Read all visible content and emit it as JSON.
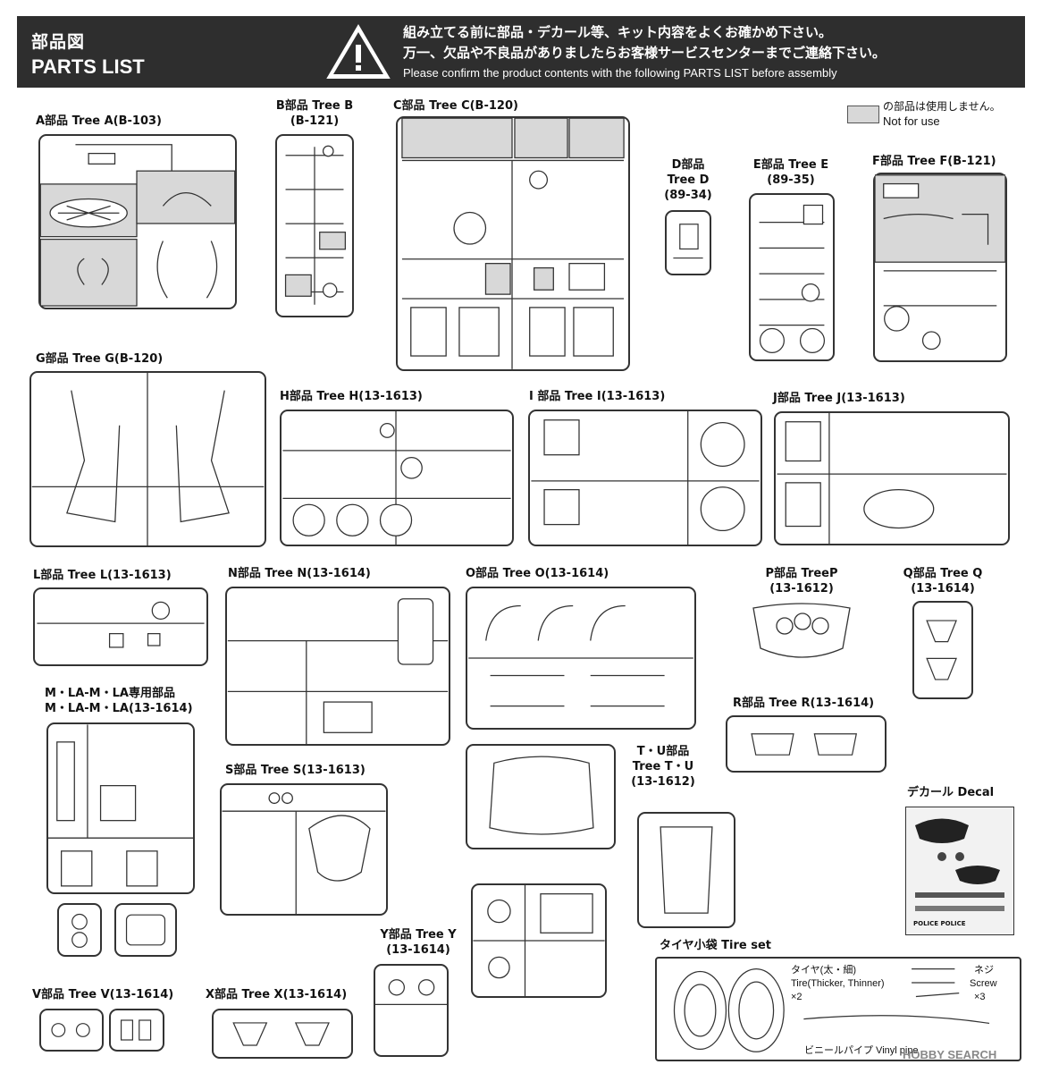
{
  "header": {
    "title_jp": "部品図",
    "title_en": "PARTS LIST",
    "warning_jp_1": "組み立てる前に部品・デカール等、キット内容をよくお確かめ下さい。",
    "warning_jp_2": "万一、欠品や不良品がありましたらお客様サービスセンターまでご連絡下さい。",
    "warning_en": "Please confirm the product contents with the following PARTS LIST before assembly"
  },
  "legend": {
    "jp": "の部品は使用しません。",
    "en": "Not for use",
    "color": "#d8d8d8"
  },
  "trees": {
    "a": "A部品 Tree A(B-103)",
    "b1": "B部品 Tree B",
    "b2": "(B-121)",
    "c": "C部品 Tree C(B-120)",
    "d1": "D部品",
    "d2": "Tree D",
    "d3": "(89-34)",
    "e1": "E部品 Tree E",
    "e2": "(89-35)",
    "f": "F部品 Tree F(B-121)",
    "g": "G部品 Tree G(B-120)",
    "h": "H部品 Tree H(13-1613)",
    "i": "I 部品 Tree I(13-1613)",
    "j": "J部品 Tree J(13-1613)",
    "l": "L部品 Tree L(13-1613)",
    "n": "N部品 Tree N(13-1614)",
    "o": "O部品 Tree O(13-1614)",
    "p1": "P部品 TreeP",
    "p2": "(13-1612)",
    "q1": "Q部品 Tree Q",
    "q2": "(13-1614)",
    "r": "R部品 Tree R(13-1614)",
    "m1": "M・LA-M・LA専用部品",
    "m2": "M・LA-M・LA(13-1614)",
    "s": "S部品 Tree S(13-1613)",
    "tu1": "T・U部品",
    "tu2": "Tree T・U",
    "tu3": "(13-1612)",
    "decal": "デカール Decal",
    "y1": "Y部品 Tree Y",
    "y2": "(13-1614)",
    "v": "V部品 Tree V(13-1614)",
    "x": "X部品 Tree X(13-1614)"
  },
  "tire_set": {
    "title": "タイヤ小袋 Tire set",
    "tire_jp": "タイヤ(太・細)",
    "tire_en": "Tire(Thicker, Thinner)",
    "tire_qty": "×2",
    "screw_jp": "ネジ",
    "screw_en": "Screw",
    "screw_qty": "×3",
    "pipe": "ビニールパイプ Vinyl pipe"
  },
  "decal_text": "POLICE POLICE",
  "watermark": "HOBBY SEARCH"
}
